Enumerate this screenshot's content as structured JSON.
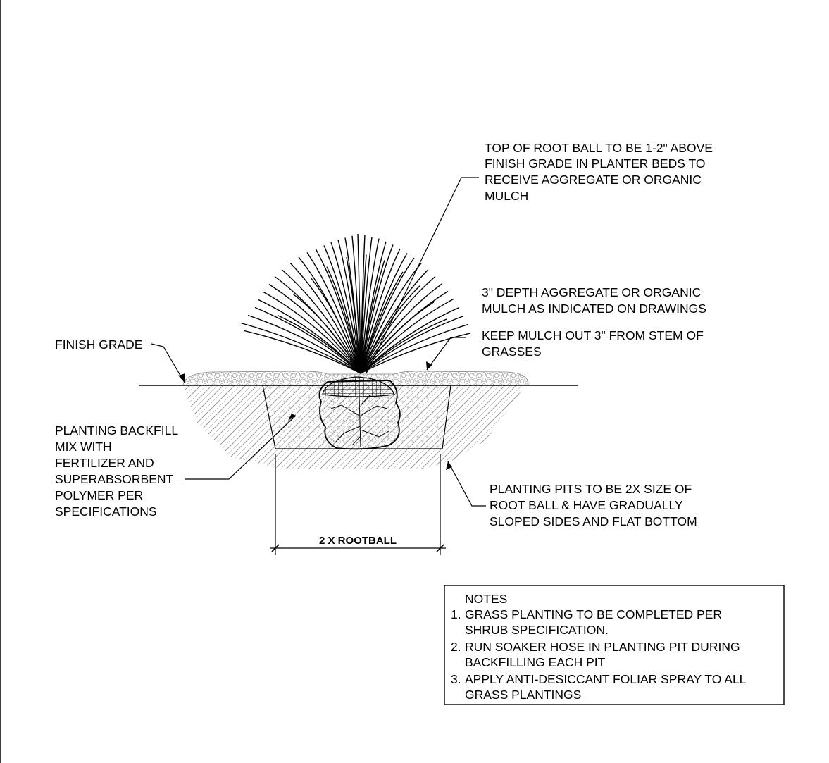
{
  "labels": {
    "top_root_ball": [
      "TOP OF ROOT BALL TO BE 1-2\" ABOVE",
      "FINISH GRADE IN PLANTER BEDS TO",
      "RECEIVE AGGREGATE OR ORGANIC",
      "MULCH"
    ],
    "mulch_depth": [
      "3\" DEPTH AGGREGATE OR ORGANIC",
      "MULCH AS INDICATED ON DRAWINGS"
    ],
    "keep_mulch": [
      "KEEP MULCH OUT 3\" FROM STEM OF",
      "GRASSES"
    ],
    "finish_grade": "FINISH GRADE",
    "backfill": [
      "PLANTING BACKFILL",
      "MIX WITH",
      "FERTILIZER AND",
      "SUPERABSORBENT",
      "POLYMER PER",
      "SPECIFICATIONS"
    ],
    "pits": [
      "PLANTING PITS TO BE 2X SIZE OF",
      "ROOT BALL & HAVE GRADUALLY",
      "SLOPED SIDES AND FLAT BOTTOM"
    ],
    "dimension": "2 X ROOTBALL"
  },
  "notes": {
    "title": "NOTES",
    "items": [
      {
        "num": "1.",
        "lines": [
          "GRASS PLANTING TO BE COMPLETED PER",
          "SHRUB SPECIFICATION."
        ]
      },
      {
        "num": "2.",
        "lines": [
          "RUN SOAKER HOSE IN PLANTING PIT DURING",
          "BACKFILLING EACH PIT"
        ]
      },
      {
        "num": "3.",
        "lines": [
          "APPLY ANTI-DESICCANT FOLIAR SPRAY TO ALL",
          "GRASS PLANTINGS"
        ]
      }
    ]
  }
}
